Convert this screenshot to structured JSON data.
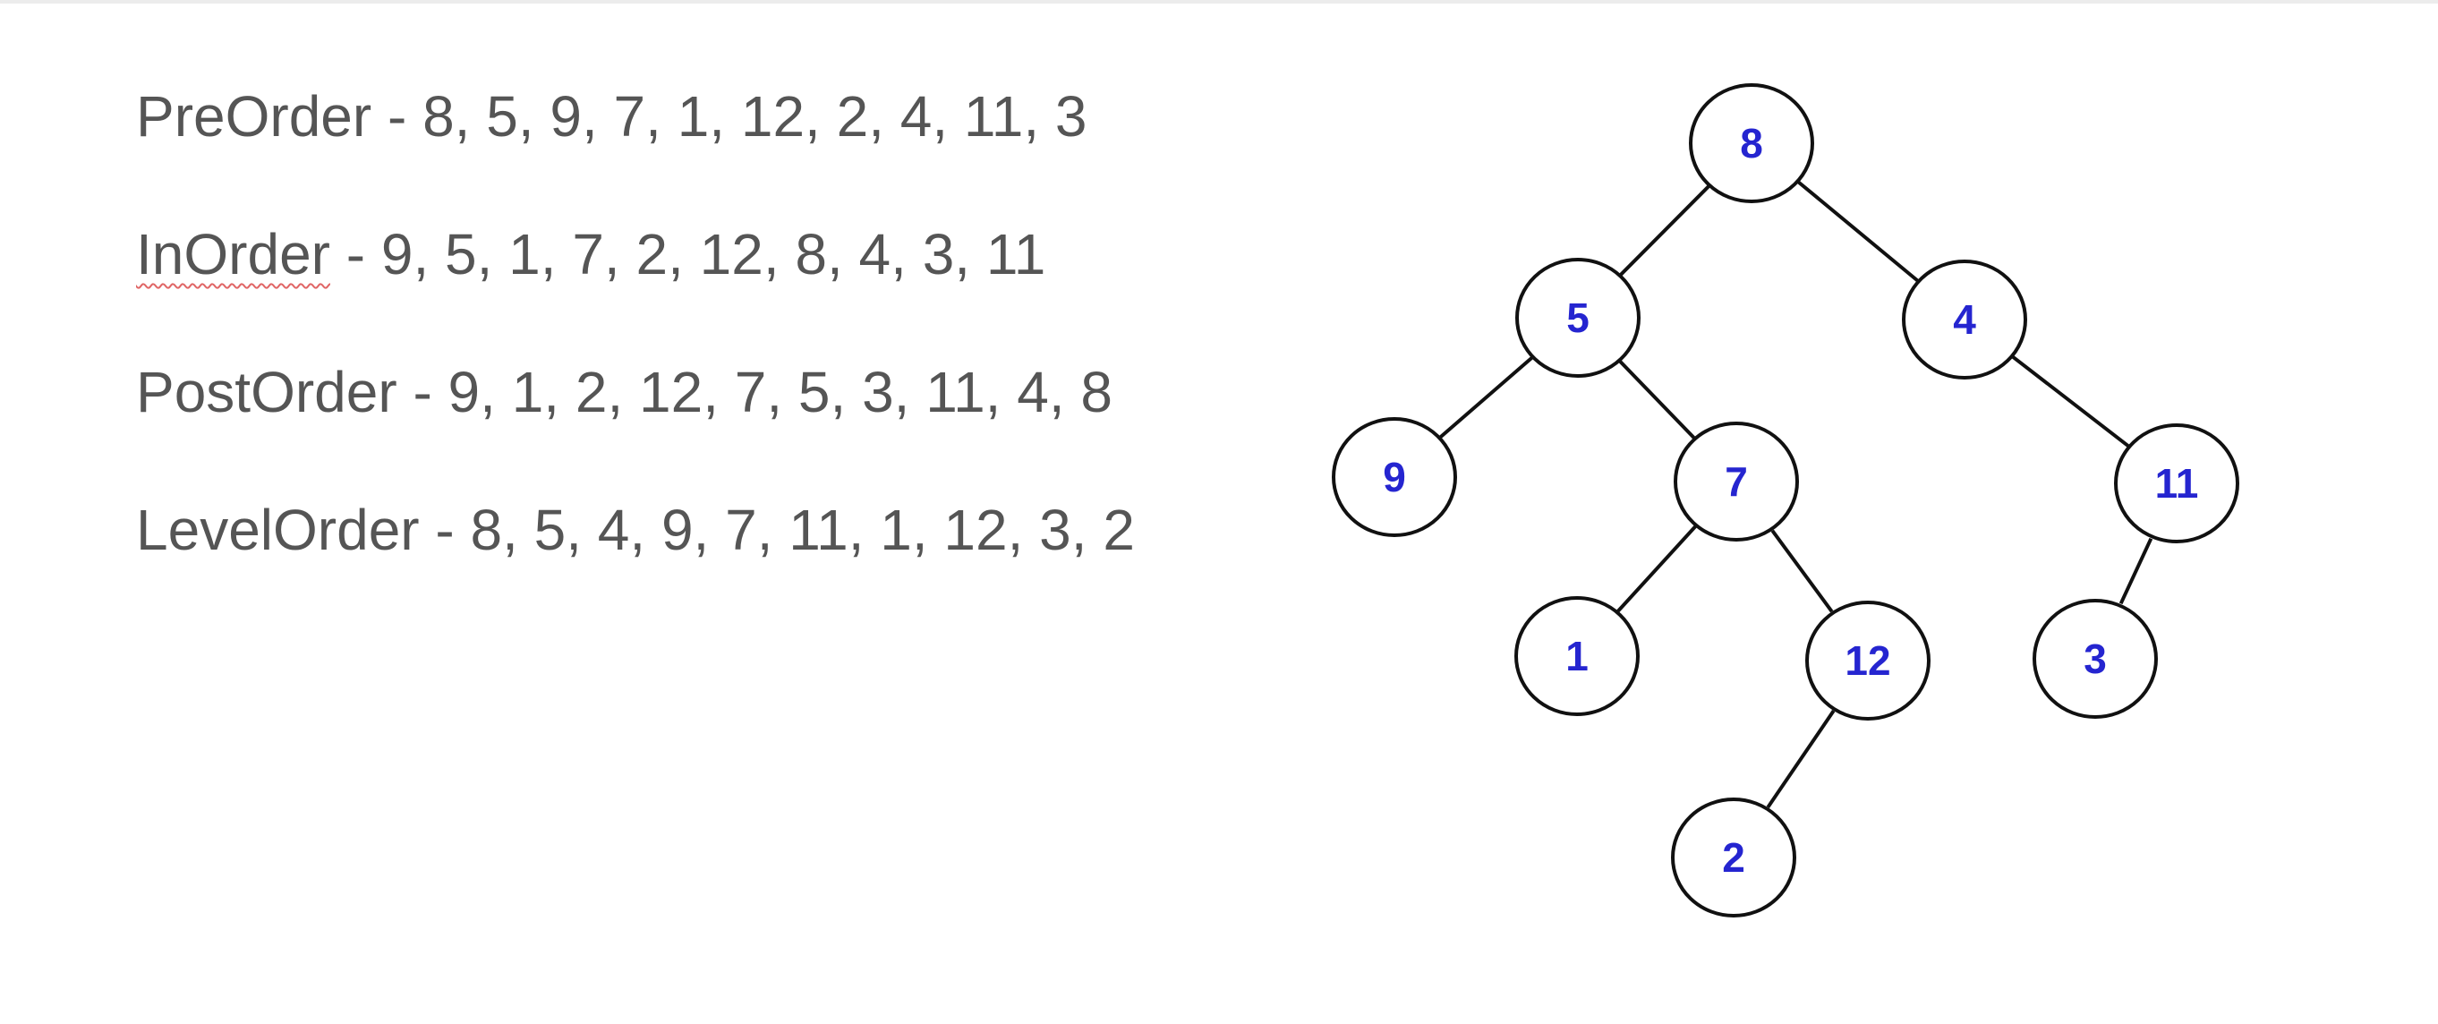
{
  "traversals": [
    {
      "label": "PreOrder",
      "separator": " - ",
      "sequence": "8, 5, 9, 7, 1, 12, 2, 4, 11, 3"
    },
    {
      "label": "InOrder",
      "separator": " - ",
      "sequence": "9, 5, 1, 7, 2, 12, 8, 4, 3, 11"
    },
    {
      "label": "PostOrder",
      "separator": " - ",
      "sequence": "9, 1, 2, 12, 7, 5, 3, 11, 4, 8"
    },
    {
      "label": "LevelOrder",
      "separator": " - ",
      "sequence": "8, 5, 4, 9, 7, 11, 1, 12, 3, 2"
    }
  ],
  "tree": {
    "node_label_color": "#2525d0",
    "nodes": [
      "8",
      "5",
      "4",
      "9",
      "7",
      "11",
      "1",
      "12",
      "3",
      "2"
    ],
    "edges": [
      [
        "8",
        "5"
      ],
      [
        "8",
        "4"
      ],
      [
        "5",
        "9"
      ],
      [
        "5",
        "7"
      ],
      [
        "4",
        "11"
      ],
      [
        "7",
        "1"
      ],
      [
        "7",
        "12"
      ],
      [
        "11",
        "3"
      ],
      [
        "12",
        "2"
      ]
    ]
  }
}
